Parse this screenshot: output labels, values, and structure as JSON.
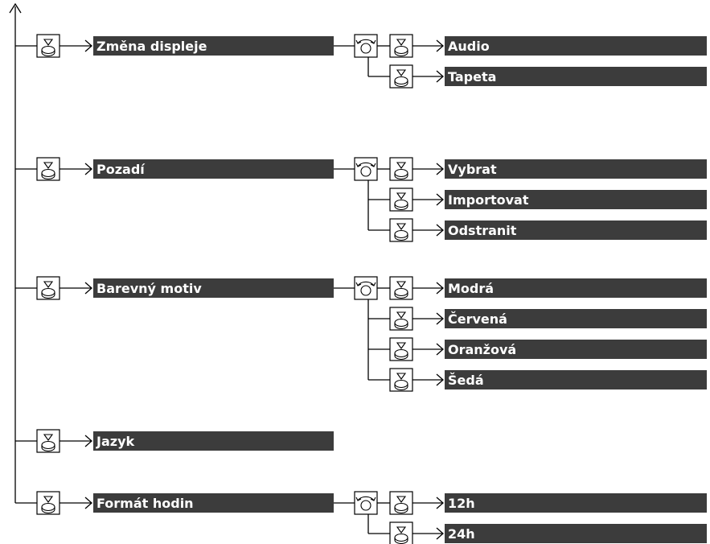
{
  "menu": {
    "groups": [
      {
        "label": "Změna displeje",
        "options": [
          "Audio",
          "Tapeta"
        ]
      },
      {
        "label": "Pozadí",
        "options": [
          "Vybrat",
          "Importovat",
          "Odstranit"
        ]
      },
      {
        "label": "Barevný motiv",
        "options": [
          "Modrá",
          "Červená",
          "Oranžová",
          "Šedá"
        ]
      },
      {
        "label": "Jazyk",
        "options": []
      },
      {
        "label": "Formát hodin",
        "options": [
          "12h",
          "24h"
        ]
      }
    ]
  },
  "icons": {
    "press": "press-knob-icon",
    "rotate": "rotate-knob-icon"
  },
  "colors": {
    "bar": "#3c3c3c",
    "bar_text": "#ffffff",
    "line": "#000000"
  }
}
